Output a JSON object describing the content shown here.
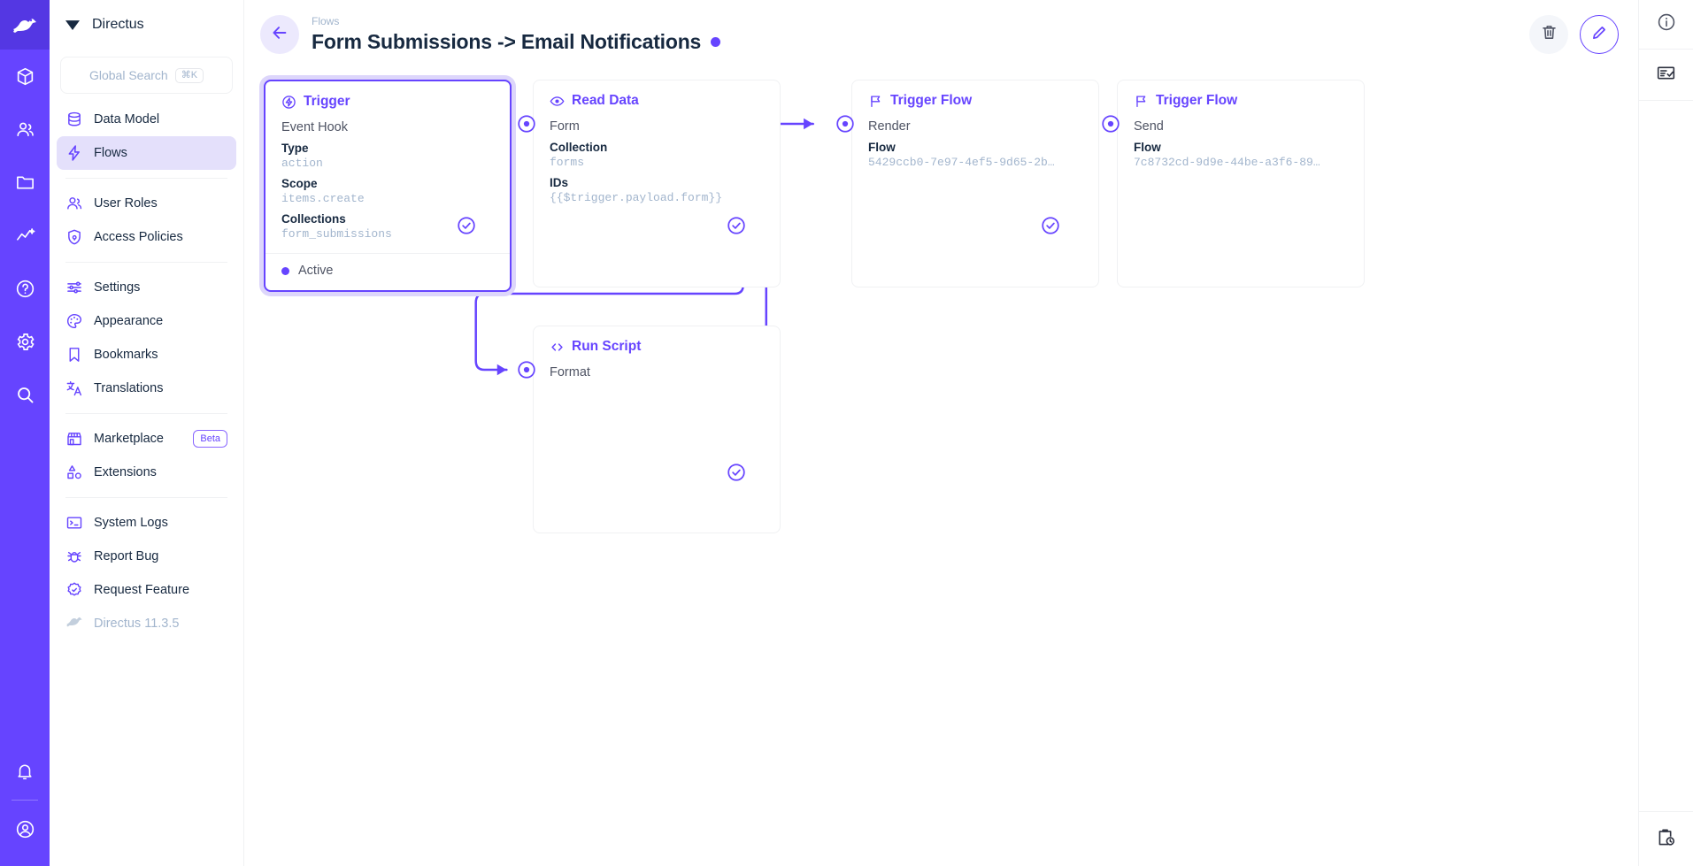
{
  "module_bar": {
    "logo_icon": "directus-rabbit-logo",
    "items": [
      {
        "name": "content",
        "icon": "box-icon"
      },
      {
        "name": "user-directory",
        "icon": "users-icon"
      },
      {
        "name": "file-library",
        "icon": "folder-icon"
      },
      {
        "name": "insights",
        "icon": "chart-line-icon"
      },
      {
        "name": "docs",
        "icon": "help-circle-icon"
      },
      {
        "name": "settings",
        "icon": "gear-icon"
      },
      {
        "name": "search",
        "icon": "search-icon"
      }
    ],
    "bottom_items": [
      {
        "name": "notifications",
        "icon": "bell-icon"
      },
      {
        "name": "account",
        "icon": "account-circle-icon"
      }
    ]
  },
  "sidebar": {
    "brand": "Directus",
    "search": {
      "placeholder": "Global Search",
      "shortcut": "⌘K"
    },
    "items": [
      {
        "label": "Data Model",
        "icon": "database-icon",
        "active": false
      },
      {
        "label": "Flows",
        "icon": "bolt-icon",
        "active": true
      },
      {
        "label": "User Roles",
        "icon": "users-icon",
        "active": false
      },
      {
        "label": "Access Policies",
        "icon": "shield-lock-icon",
        "active": false
      },
      {
        "label": "Settings",
        "icon": "sliders-icon",
        "active": false
      },
      {
        "label": "Appearance",
        "icon": "palette-icon",
        "active": false
      },
      {
        "label": "Bookmarks",
        "icon": "bookmark-icon",
        "active": false
      },
      {
        "label": "Translations",
        "icon": "translate-icon",
        "active": false
      },
      {
        "label": "Marketplace",
        "icon": "storefront-icon",
        "active": false,
        "badge": "Beta"
      },
      {
        "label": "Extensions",
        "icon": "shapes-icon",
        "active": false
      },
      {
        "label": "System Logs",
        "icon": "terminal-icon",
        "active": false
      },
      {
        "label": "Report Bug",
        "icon": "bug-icon",
        "active": false
      },
      {
        "label": "Request Feature",
        "icon": "badge-check-icon",
        "active": false
      },
      {
        "label": "Directus 11.3.5",
        "icon": "rabbit-icon",
        "active": false,
        "muted": true
      }
    ]
  },
  "header": {
    "back_icon": "arrow-left-icon",
    "breadcrumb": "Flows",
    "title": "Form Submissions -> Email Notifications",
    "status_color": "#6644ff",
    "delete_label": "delete-flow",
    "delete_icon": "trash-icon",
    "edit_label": "edit-flow",
    "edit_icon": "pencil-icon"
  },
  "right_rail": {
    "items": [
      {
        "name": "flow-info",
        "icon": "info-circle-icon"
      },
      {
        "name": "flow-logs",
        "icon": "list-check-icon"
      },
      {
        "name": "activity-history",
        "icon": "clipboard-clock-icon"
      }
    ]
  },
  "flow": {
    "accent": "#6644ff",
    "nodes": [
      {
        "id": "trigger",
        "type": "trigger",
        "title": "Trigger",
        "icon": "trigger-bolt-circle-icon",
        "subtitle": "Event Hook",
        "selected": true,
        "fields": [
          {
            "key": "Type",
            "value": "action"
          },
          {
            "key": "Scope",
            "value": "items.create"
          },
          {
            "key": "Collections",
            "value": "form_submissions"
          }
        ],
        "footer": "Active"
      },
      {
        "id": "read-data",
        "type": "read-data",
        "title": "Read Data",
        "icon": "eye-icon",
        "subtitle": "Form",
        "selected": false,
        "fields": [
          {
            "key": "Collection",
            "value": "forms"
          },
          {
            "key": "IDs",
            "value": "{{$trigger.payload.form}}"
          }
        ]
      },
      {
        "id": "run-script",
        "type": "run-script",
        "title": "Run Script",
        "icon": "code-brackets-icon",
        "subtitle": "Format",
        "selected": false,
        "fields": []
      },
      {
        "id": "trigger-flow-render",
        "type": "trigger-flow",
        "title": "Trigger Flow",
        "icon": "flag-icon",
        "subtitle": "Render",
        "selected": false,
        "fields": [
          {
            "key": "Flow",
            "value": "5429ccb0-7e97-4ef5-9d65-2b…"
          }
        ]
      },
      {
        "id": "trigger-flow-send",
        "type": "trigger-flow",
        "title": "Trigger Flow",
        "icon": "flag-icon",
        "subtitle": "Send",
        "selected": false,
        "fields": [
          {
            "key": "Flow",
            "value": "7c8732cd-9d9e-44be-a3f6-89…"
          }
        ]
      }
    ],
    "edges": [
      {
        "from": "trigger",
        "to": "read-data"
      },
      {
        "from": "read-data",
        "to": "run-script"
      },
      {
        "from": "run-script",
        "to": "trigger-flow-render"
      },
      {
        "from": "trigger-flow-render",
        "to": "trigger-flow-send"
      }
    ]
  }
}
